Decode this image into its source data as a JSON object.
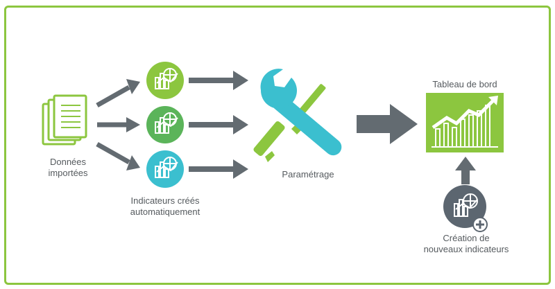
{
  "labels": {
    "imported_data": [
      "Données",
      "importées"
    ],
    "auto_indicators": [
      "Indicateurs créés",
      "automatiquement"
    ],
    "setup": "Paramétrage",
    "dashboard": "Tableau de bord",
    "new_indicators": [
      "Création de",
      "nouveaux indicateurs"
    ]
  },
  "colors": {
    "frame": "#8cc63f",
    "green": "#8cc63f",
    "green_mid": "#5bb45a",
    "teal": "#3bbfcf",
    "arrow_gray": "#636b71",
    "dark_circle": "#5c6670",
    "text": "#555a5e"
  },
  "icons": {
    "documents": "documents-icon",
    "indicator": "chart-globe-icon",
    "tools": "wrench-screwdriver-icon",
    "dashboard": "dashboard-chart-icon",
    "new_indicator": "chart-globe-plus-icon"
  }
}
